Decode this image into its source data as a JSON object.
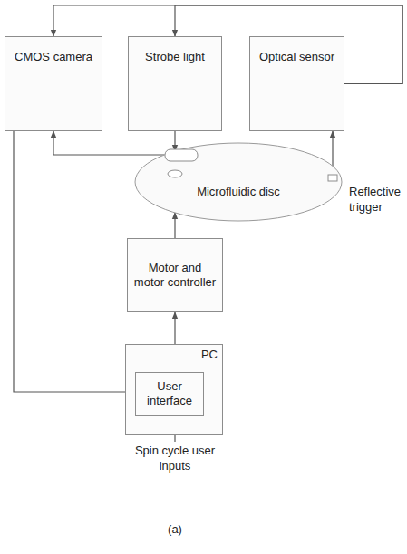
{
  "diagram": {
    "nodes": [
      {
        "text": [
          "CMOS camera"
        ]
      },
      {
        "text": [
          "Strobe light"
        ]
      },
      {
        "text": [
          "Optical sensor"
        ]
      },
      {
        "text": [
          "Microfluidic disc"
        ]
      },
      {
        "text": [
          "Motor and motor controller"
        ]
      },
      {
        "text": [
          "PC"
        ]
      },
      {
        "text": [
          "User interface"
        ],
        "in": 5
      }
    ],
    "edges": [
      {
        "from": 2,
        "to": 0,
        "arrow": "to"
      },
      {
        "from": 2,
        "to": 1,
        "arrow": "to"
      },
      {
        "from": 1,
        "to": 3,
        "arrow": "to"
      },
      {
        "from": 3,
        "to": 0,
        "arrow": "to"
      },
      {
        "from": 3,
        "to": 2,
        "arrow": "to"
      },
      {
        "from": 4,
        "to": 3,
        "arrow": "to"
      },
      {
        "from": 6,
        "to": 4,
        "arrow": "to"
      },
      {
        "from": 0,
        "to": 6,
        "arrow": "to"
      }
    ],
    "labels": [
      "Reflective trigger",
      "Spin cycle user inputs",
      "(a)"
    ]
  }
}
